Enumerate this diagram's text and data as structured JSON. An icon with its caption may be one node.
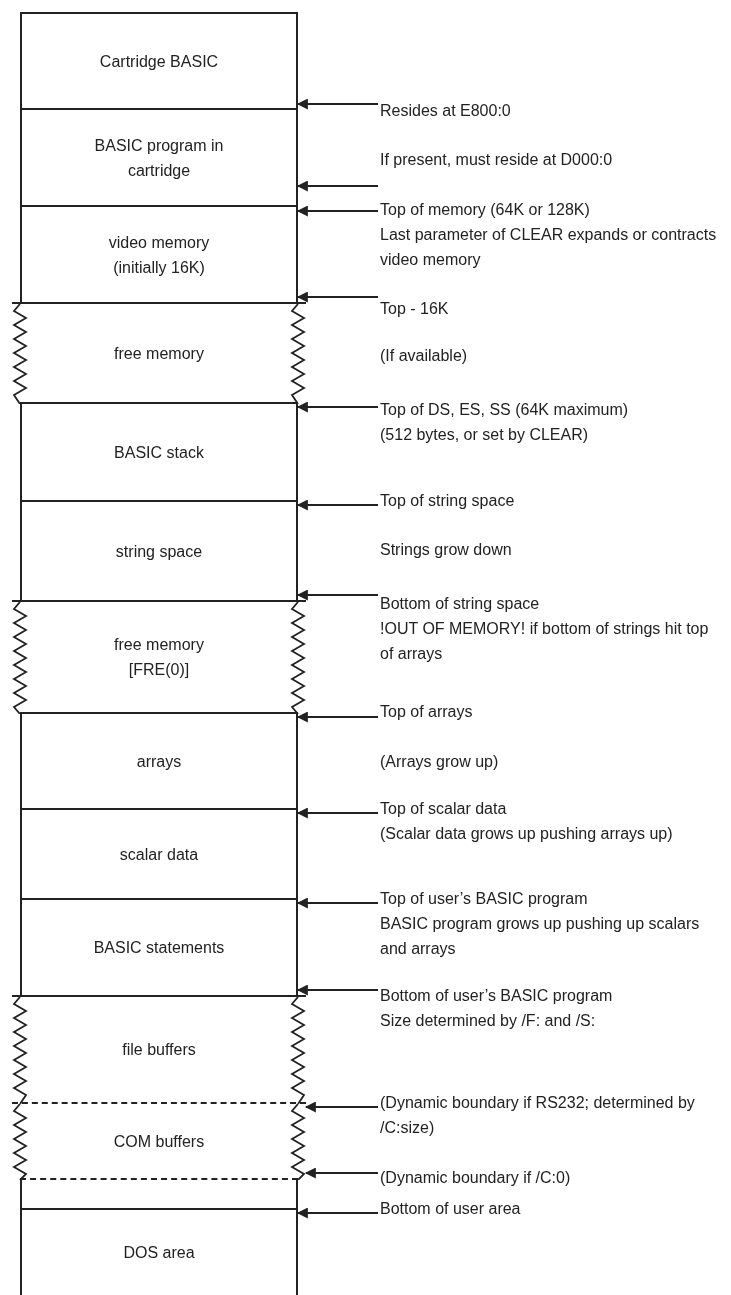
{
  "diagram": {
    "nodes": [
      {
        "text": [
          "Cartridge BASIC"
        ]
      },
      {
        "text": [
          "BASIC program in cartridge"
        ]
      },
      {
        "text": [
          "video memory (initially 16K)"
        ]
      },
      {
        "text": [
          "free memory"
        ]
      },
      {
        "text": [
          "BASIC stack"
        ]
      },
      {
        "text": [
          "string space"
        ]
      },
      {
        "text": [
          "free memory [FRE(0)]"
        ]
      },
      {
        "text": [
          "arrays"
        ]
      },
      {
        "text": [
          "scalar data"
        ]
      },
      {
        "text": [
          "BASIC statements"
        ]
      },
      {
        "text": [
          "file buffers"
        ]
      },
      {
        "text": [
          "COM buffers"
        ]
      },
      {
        "text": [
          "DOS area"
        ]
      },
      {
        "text": [
          "Resides at E800:0"
        ]
      },
      {
        "text": [
          "If present, must reside at D000:0"
        ]
      },
      {
        "text": [
          "Top of memory (64K or 128K)",
          "Last parameter of CLEAR expands or contracts video memory"
        ]
      },
      {
        "text": [
          "Top - 16K"
        ]
      },
      {
        "text": [
          "Top of DS, ES, SS (64K maximum)",
          "(512 bytes, or set by CLEAR)"
        ]
      },
      {
        "text": [
          "Top of string space"
        ]
      },
      {
        "text": [
          "Bottom of string space",
          "!OUT OF MEMORY! if bottom of strings hit top of arrays"
        ]
      },
      {
        "text": [
          "Top of arrays"
        ]
      },
      {
        "text": [
          "Top of scalar data",
          "(Scalar data grows up pushing arrays up)"
        ]
      },
      {
        "text": [
          "Top of user’s BASIC program",
          "BASIC program grows up pushing up scalars and arrays"
        ]
      },
      {
        "text": [
          "Bottom of user’s BASIC program",
          "Size determined by /F: and /S:"
        ]
      },
      {
        "text": [
          "(Dynamic boundary if RS232; determined by /C:size)"
        ]
      },
      {
        "text": [
          "(Dynamic boundary if /C:0)"
        ]
      },
      {
        "text": [
          "Bottom of user area"
        ]
      },
      {
        "text": [],
        "shape": "box"
      }
    ],
    "edges": [
      {
        "from": 13,
        "to": 0,
        "arrow": "to"
      },
      {
        "from": 14,
        "to": 1,
        "arrow": "to"
      },
      {
        "from": 15,
        "to": 2,
        "arrow": "to"
      },
      {
        "from": 16,
        "to": 2,
        "arrow": "to"
      },
      {
        "from": 17,
        "to": 4,
        "arrow": "to"
      },
      {
        "from": 18,
        "to": 5,
        "arrow": "to"
      },
      {
        "from": 19,
        "to": 5,
        "arrow": "to"
      },
      {
        "from": 20,
        "to": 7,
        "arrow": "to"
      },
      {
        "from": 21,
        "to": 8,
        "arrow": "to"
      },
      {
        "from": 22,
        "to": 9,
        "arrow": "to"
      },
      {
        "from": 23,
        "to": 9,
        "arrow": "to"
      },
      {
        "from": 24,
        "to": 11,
        "arrow": "to"
      },
      {
        "from": 25,
        "to": 11,
        "arrow": "to"
      },
      {
        "from": 26,
        "to": 12,
        "arrow": "to"
      }
    ],
    "labels": [
      "(If available)",
      "Strings grow down",
      "(Arrays grow up)"
    ]
  }
}
